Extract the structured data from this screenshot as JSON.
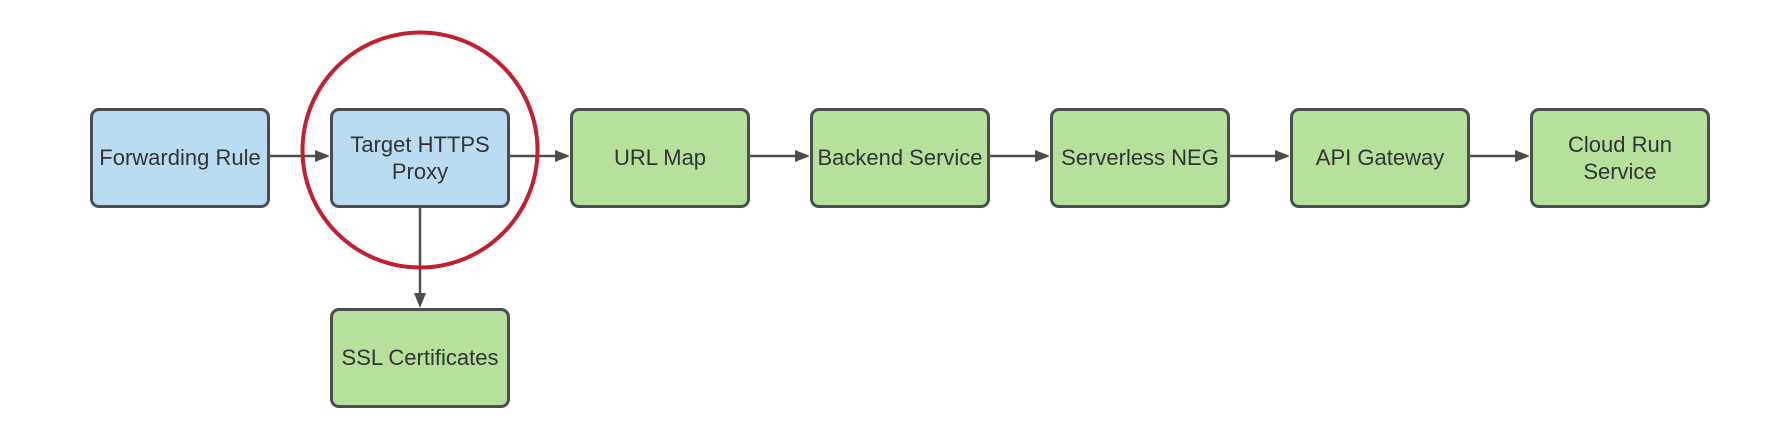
{
  "diagram_type": "flowchart",
  "nodes": {
    "forwarding_rule": {
      "label": "Forwarding Rule",
      "fill": "#b9dcf2"
    },
    "target_https_proxy": {
      "label": "Target HTTPS Proxy",
      "fill": "#b9dcf2",
      "highlighted": true
    },
    "url_map": {
      "label": "URL Map",
      "fill": "#b5e19c"
    },
    "backend_service": {
      "label": "Backend Service",
      "fill": "#b5e19c"
    },
    "serverless_neg": {
      "label": "Serverless NEG",
      "fill": "#b5e19c"
    },
    "api_gateway": {
      "label": "API Gateway",
      "fill": "#b5e19c"
    },
    "cloud_run_service": {
      "label": "Cloud Run Service",
      "fill": "#b5e19c"
    },
    "ssl_certificates": {
      "label": "SSL Certificates",
      "fill": "#b5e19c"
    }
  },
  "edges": [
    {
      "from": "Forwarding Rule",
      "to": "Target HTTPS Proxy",
      "direction": "right"
    },
    {
      "from": "Target HTTPS Proxy",
      "to": "URL Map",
      "direction": "right"
    },
    {
      "from": "URL Map",
      "to": "Backend Service",
      "direction": "right"
    },
    {
      "from": "Backend Service",
      "to": "Serverless NEG",
      "direction": "right"
    },
    {
      "from": "Serverless NEG",
      "to": "API Gateway",
      "direction": "right"
    },
    {
      "from": "API Gateway",
      "to": "Cloud Run Service",
      "direction": "right"
    },
    {
      "from": "Target HTTPS Proxy",
      "to": "SSL Certificates",
      "direction": "down"
    }
  ],
  "annotations": [
    {
      "type": "highlight-circle",
      "around": "Target HTTPS Proxy",
      "color": "#c1202e"
    }
  ],
  "colors": {
    "node_fill_blue": "#b9dcf2",
    "node_fill_green": "#b5e19c",
    "node_border": "#4d4d4d",
    "connector": "#4d4d4d",
    "highlight_circle": "#c1202e",
    "label_text": "#333333",
    "canvas_background": "#ffffff"
  }
}
